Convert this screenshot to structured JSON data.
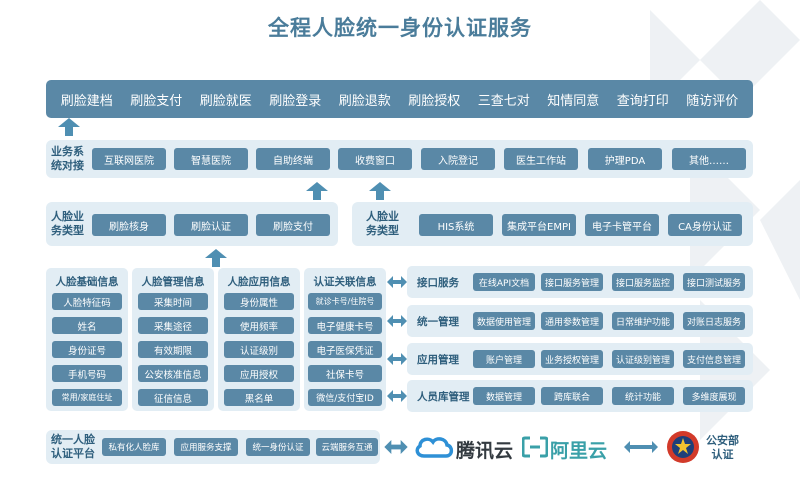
{
  "title": "全程人脸统一身份认证服务",
  "top_bar": [
    "刷脸建档",
    "刷脸支付",
    "刷脸就医",
    "刷脸登录",
    "刷脸退款",
    "刷脸授权",
    "三查七对",
    "知情同意",
    "查询打印",
    "随访评价"
  ],
  "business_connect": {
    "label_line1": "业务系",
    "label_line2": "统对接",
    "items": [
      "互联网医院",
      "智慧医院",
      "自助终端",
      "收费窗口",
      "入院登记",
      "医生工作站",
      "护理PDA",
      "其他……"
    ]
  },
  "face_business_left": {
    "label_line1": "人脸业",
    "label_line2": "务类型",
    "items": [
      "刷脸核身",
      "刷脸认证",
      "刷脸支付"
    ]
  },
  "face_business_right": {
    "label_line1": "人脸业",
    "label_line2": "务类型",
    "items": [
      "HIS系统",
      "集成平台EMPI",
      "电子卡管平台",
      "CA身份认证"
    ]
  },
  "columns": [
    {
      "title": "人脸基础信息",
      "items": [
        "人脸特征码",
        "姓名",
        "身份证号",
        "手机号码",
        "常用/家庭住址"
      ]
    },
    {
      "title": "人脸管理信息",
      "items": [
        "采集时间",
        "采集途径",
        "有效期限",
        "公安核准信息",
        "征信信息"
      ]
    },
    {
      "title": "人脸应用信息",
      "items": [
        "身份属性",
        "使用频率",
        "认证级别",
        "应用授权",
        "黑名单"
      ]
    },
    {
      "title": "认证关联信息",
      "items": [
        "就诊卡号/住院号",
        "电子健康卡号",
        "电子医保凭证",
        "社保卡号",
        "微信/支付宝ID"
      ]
    }
  ],
  "services": [
    {
      "label": "接口服务",
      "items": [
        "在线API文档",
        "接口服务管理",
        "接口服务监控",
        "接口测试服务"
      ]
    },
    {
      "label": "统一管理",
      "items": [
        "数据使用管理",
        "通用参数管理",
        "日常维护功能",
        "对账日志服务"
      ]
    },
    {
      "label": "应用管理",
      "items": [
        "账户管理",
        "业务授权管理",
        "认证级别管理",
        "支付信息管理"
      ]
    },
    {
      "label": "人员库管理",
      "items": [
        "数据管理",
        "跨库联合",
        "统计功能",
        "多维度展现"
      ]
    }
  ],
  "platform": {
    "label_line1": "统一人脸",
    "label_line2": "认证平台",
    "items": [
      "私有化人脸库",
      "应用服务支撑",
      "统一身份认证",
      "云端服务互通"
    ]
  },
  "partners": {
    "tencent": "腾讯云",
    "aliyun": "阿里云",
    "police_line1": "公安部",
    "police_line2": "认证"
  },
  "colors": {
    "primary": "#5a88a6",
    "panel": "#e2edf4",
    "title": "#4a7c9a",
    "label": "#2f5f7d",
    "arrow": "#4f8fb2"
  }
}
